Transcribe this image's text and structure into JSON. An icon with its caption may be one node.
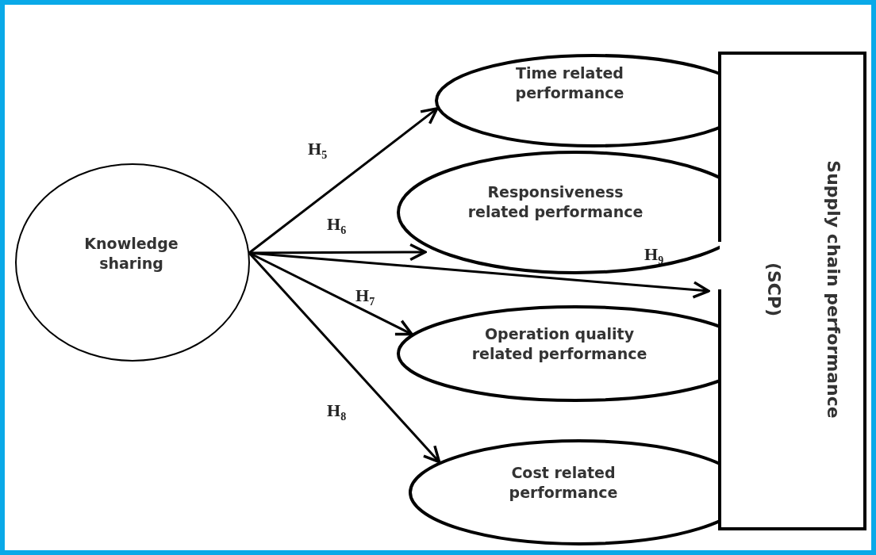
{
  "diagram": {
    "nodes": [
      {
        "text": [
          "Knowledge sharing"
        ]
      },
      {
        "text": [
          "Time related performance"
        ]
      },
      {
        "text": [
          "Responsiveness related performance"
        ]
      },
      {
        "text": [
          "Operation quality related performance"
        ]
      },
      {
        "text": [
          "Cost related performance"
        ]
      },
      {
        "text": [
          "Supply chain performance",
          "(SCP)"
        ]
      }
    ],
    "edges": [
      {
        "from": 0,
        "to": 1,
        "arrow": "to",
        "label": "H$_{5}$"
      },
      {
        "from": 0,
        "to": 2,
        "arrow": "to",
        "label": "H$_{6}$"
      },
      {
        "from": 0,
        "to": 5,
        "arrow": "to",
        "label": "H$_{9}$"
      },
      {
        "from": 0,
        "to": 3,
        "arrow": "to",
        "label": "H$_{7}$"
      },
      {
        "from": 0,
        "to": 4,
        "arrow": "to",
        "label": "H$_{8}$"
      }
    ]
  }
}
